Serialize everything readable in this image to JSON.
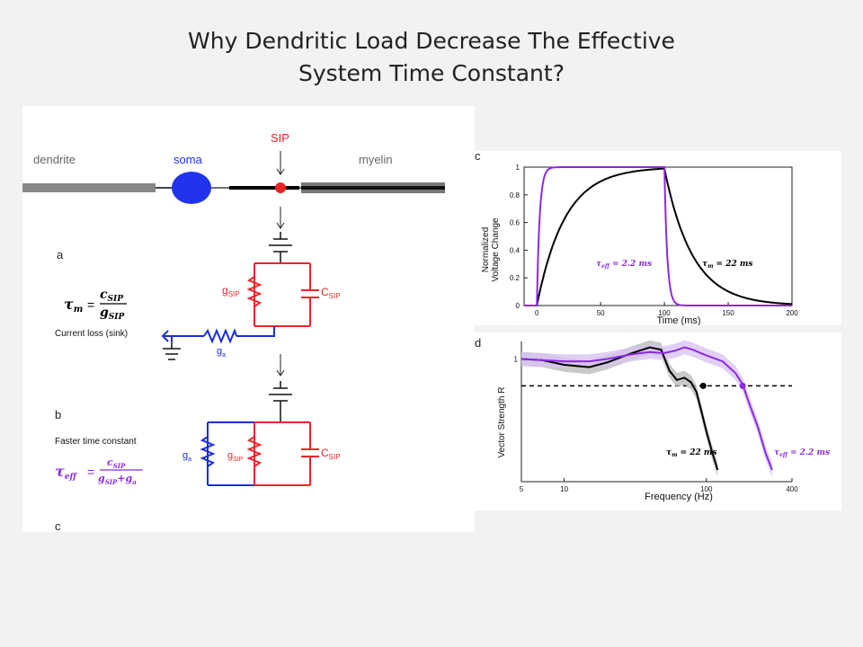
{
  "slide": {
    "title_line1": "Why Dendritic Load Decrease The Effective",
    "title_line2": "System Time Constant?"
  },
  "neuron": {
    "dendrite": "dendrite",
    "soma": "soma",
    "sip": "SIP",
    "myelin": "myelin",
    "label_a": "a",
    "label_b": "b",
    "label_c": "c",
    "tau_m_lhs": "τ",
    "tau_m_sub": "m",
    "eq_num": "c",
    "eq_num_sub": "SIP",
    "eq_den": "g",
    "eq_den_sub": "SIP",
    "current_loss": "Current loss (sink)",
    "faster": "Faster time constant",
    "tau_eff_lhs": "τ",
    "tau_eff_sub": "eff",
    "eff_den_a": "g",
    "eff_den_a_sub": "SIP",
    "eff_den_b": "+g",
    "eff_den_b_sub": "a",
    "g_sip": "g",
    "g_sip_sub": "SIP",
    "c_sip": "C",
    "c_sip_sub": "SIP",
    "g_a": "g",
    "g_a_sub": "a"
  },
  "colors": {
    "purple": "#8a2be2",
    "red": "#e8262a",
    "blue": "#1a2fd6",
    "soma": "#2233ee",
    "gray": "#888888"
  },
  "chart_data": [
    {
      "type": "line",
      "panel_label": "c",
      "xlabel": "Time (ms)",
      "ylabel": "Normalized Voltage Change",
      "xlim": [
        -10,
        200
      ],
      "ylim": [
        0,
        1
      ],
      "xticks": [
        "0",
        "50",
        "100",
        "150",
        "200"
      ],
      "yticks": [
        "0",
        "0.2",
        "0.4",
        "0.6",
        "0.8",
        "1"
      ],
      "series": [
        {
          "name": "τm = 22 ms",
          "color": "#000000",
          "tau": 22,
          "step_on": 0,
          "step_off": 100
        },
        {
          "name": "τeff = 2.2 ms",
          "color": "#8a2be2",
          "tau": 2.2,
          "step_on": 0,
          "step_off": 100
        }
      ],
      "annotation_black": "τ",
      "annotation_black_sub": "m",
      "annotation_black_val": " = 22 ms",
      "annotation_purple": "τ",
      "annotation_purple_sub": "eff",
      "annotation_purple_val": " = 2.2 ms"
    },
    {
      "type": "line",
      "panel_label": "d",
      "xlabel": "Frequency (Hz)",
      "ylabel": "Vector Strength R",
      "xscale": "log",
      "xlim": [
        5,
        400
      ],
      "xticks": [
        "5",
        "10",
        "100",
        "400"
      ],
      "yticks": [
        "1"
      ],
      "threshold": 0.77,
      "series": [
        {
          "name": "τm = 22 ms",
          "color": "#000000",
          "x": [
            5,
            7,
            10,
            15,
            20,
            30,
            40,
            48,
            55,
            62,
            70,
            78,
            85,
            92,
            100,
            110,
            120
          ],
          "y": [
            1.0,
            0.99,
            0.95,
            0.93,
            0.97,
            1.05,
            1.1,
            1.08,
            0.9,
            0.82,
            0.84,
            0.8,
            0.72,
            0.56,
            0.38,
            0.2,
            0.05
          ]
        },
        {
          "name": "τeff = 2.2 ms",
          "color": "#8a2be2",
          "x": [
            5,
            7,
            10,
            15,
            20,
            30,
            40,
            50,
            60,
            70,
            80,
            100,
            130,
            160,
            180,
            200,
            230,
            260,
            290
          ],
          "y": [
            1.0,
            0.99,
            0.98,
            0.98,
            1.0,
            1.04,
            1.06,
            1.05,
            1.07,
            1.1,
            1.08,
            1.03,
            0.98,
            0.88,
            0.78,
            0.62,
            0.42,
            0.2,
            0.05
          ]
        }
      ],
      "annotation_black": "τ",
      "annotation_black_sub": "m",
      "annotation_black_val": " = 22 ms",
      "annotation_purple": "τ",
      "annotation_purple_sub": "eff",
      "annotation_purple_val": " = 2.2 ms"
    }
  ]
}
